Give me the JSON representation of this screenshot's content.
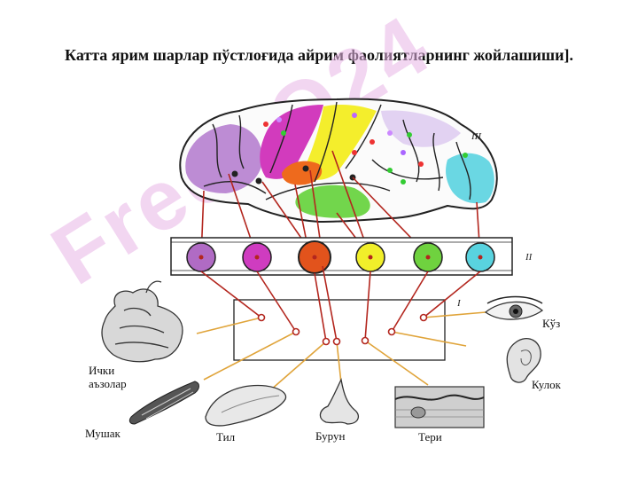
{
  "title": "Катта ярим шарлар пўстлоғида айрим фаолиятларнинг жойлашиши].",
  "watermark": "FreeSO24",
  "levels": {
    "brain": "III",
    "circles": "II",
    "box": "I"
  },
  "labels": {
    "ichki": "Ички\nаъзолар",
    "mushak": "Мушак",
    "til": "Тил",
    "burun": "Бурун",
    "teri": "Тери",
    "kulok": "Кулок",
    "kuz": "Кўз"
  },
  "circle_colors": [
    "#b06bc4",
    "#cf3cc0",
    "#e2531c",
    "#f1ef2a",
    "#6fd23f",
    "#59d3df"
  ],
  "zone_colors": {
    "purple": "#b680cf",
    "magenta": "#d23bbd",
    "yellow": "#f4ee2c",
    "orange": "#ee6a1d",
    "green": "#72d64c",
    "cyan": "#6ad7e3"
  }
}
